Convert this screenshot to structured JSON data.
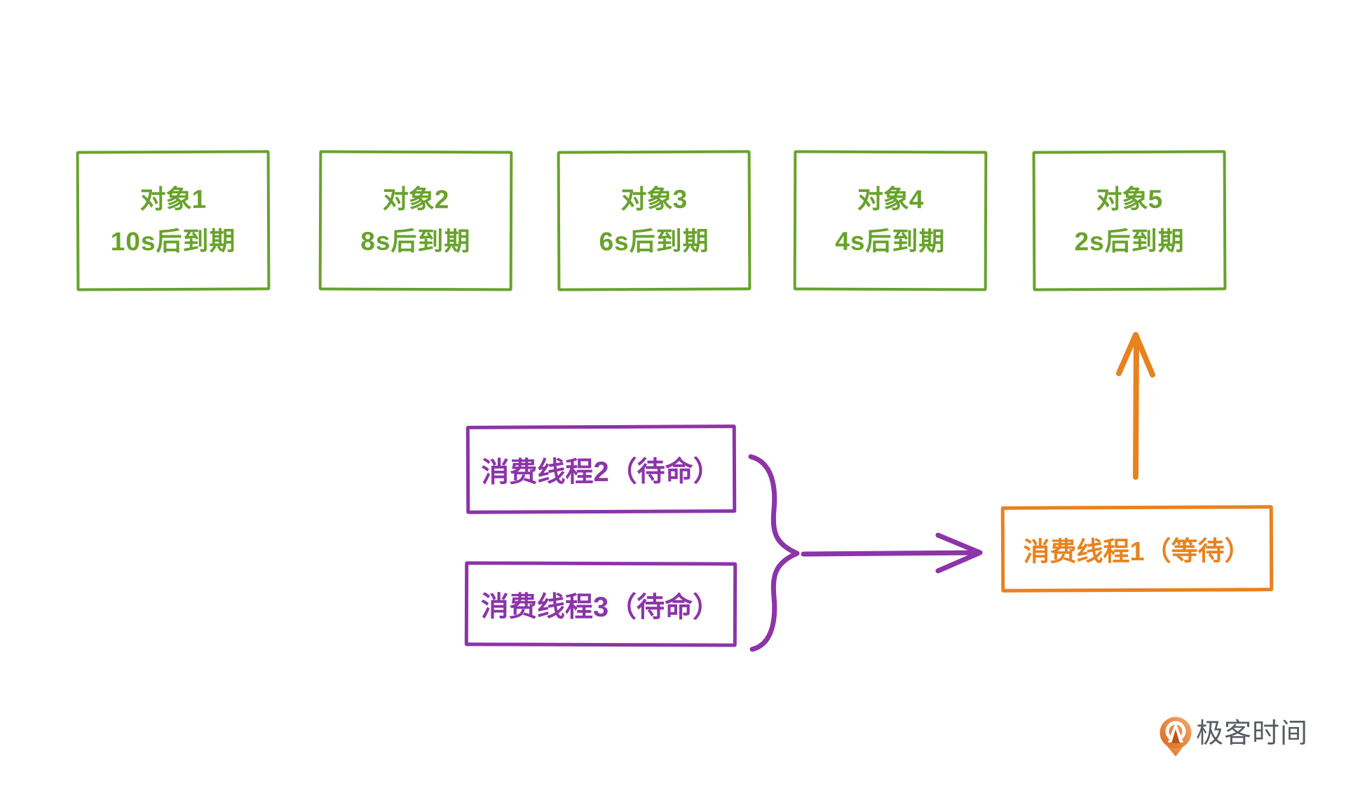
{
  "colors": {
    "green": "#68a22c",
    "purple": "#8c34a8",
    "orange": "#e8821f",
    "logo_text": "#585c60",
    "logo_grad_1": "#f2a96e",
    "logo_grad_2": "#dd6a1c",
    "inner_arrow": "#bc5517"
  },
  "objects": [
    {
      "title": "对象1",
      "subtitle": "10s后到期"
    },
    {
      "title": "对象2",
      "subtitle": "8s后到期"
    },
    {
      "title": "对象3",
      "subtitle": "6s后到期"
    },
    {
      "title": "对象4",
      "subtitle": "4s后到期"
    },
    {
      "title": "对象5",
      "subtitle": "2s后到期"
    }
  ],
  "standby_threads": [
    {
      "label": "消费线程2（待命）"
    },
    {
      "label": "消费线程3（待命）"
    }
  ],
  "waiting_thread": {
    "label": "消费线程1（等待）"
  },
  "logo": {
    "text": "极客时间"
  }
}
